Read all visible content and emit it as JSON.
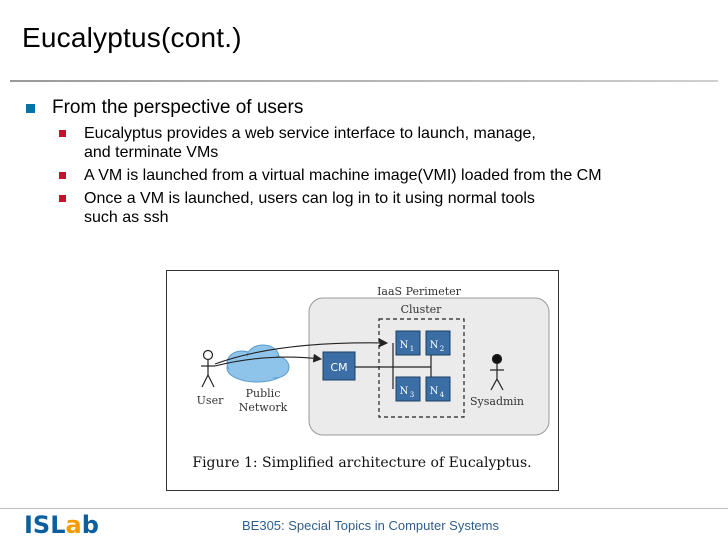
{
  "slide": {
    "title": "Eucalyptus(cont.)",
    "bullet_main": "From the perspective of users",
    "sub_bullets": [
      "Eucalyptus provides a web service interface to launch, manage,",
      "and terminate VMs",
      "A VM is launched from a virtual machine image(VMI) loaded from the CM",
      "Once a VM is launched, users can log in to it using normal tools",
      "such as ssh"
    ]
  },
  "figure": {
    "perimeter_label": "IaaS Perimeter",
    "cluster_label": "Cluster",
    "cm_label": "CM",
    "node_labels": [
      "N",
      "N",
      "N",
      "N"
    ],
    "node_subs": [
      "1",
      "2",
      "3",
      "4"
    ],
    "user_label": "User",
    "network_label_1": "Public",
    "network_label_2": "Network",
    "sysadmin_label": "Sysadmin",
    "caption": "Figure 1: Simplified architecture of Eucalyptus."
  },
  "footer": {
    "logo_is": "IS",
    "logo_l": "L",
    "logo_a": "a",
    "logo_b": "b",
    "course": "BE305: Special Topics in Computer Systems"
  },
  "colors": {
    "bullet_main": "#0b6fa8",
    "bullet_sub": "#c8102e",
    "node_fill": "#3a6ea5",
    "logo_blue": "#0b5f9e",
    "logo_orange": "#f59b00"
  }
}
